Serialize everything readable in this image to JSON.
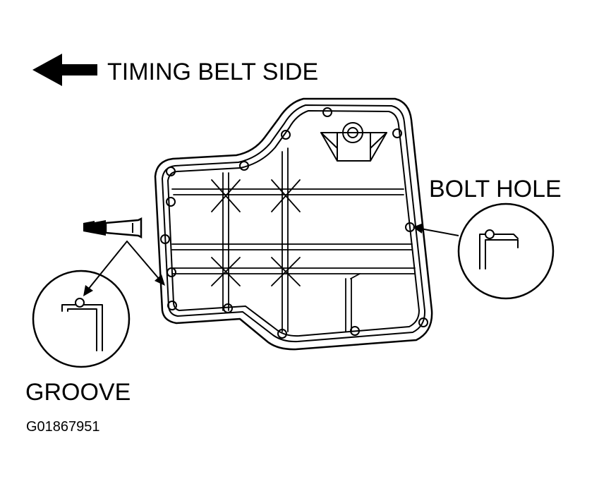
{
  "labels": {
    "direction": "TIMING BELT SIDE",
    "bolt_hole": "BOLT HOLE",
    "groove": "GROOVE",
    "figure_id": "G01867951"
  },
  "colors": {
    "ink": "#000000",
    "paper": "#ffffff"
  },
  "icons": {
    "direction_arrow": "left-arrow-icon",
    "sealant_tube": "sealant-tube-icon"
  }
}
